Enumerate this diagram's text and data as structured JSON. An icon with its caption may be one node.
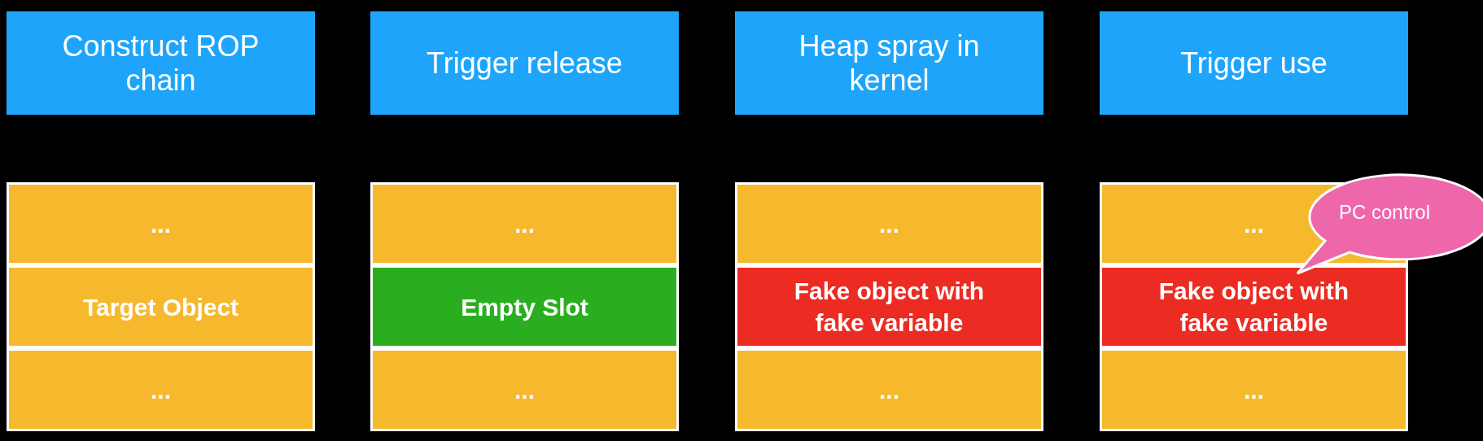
{
  "diagram": {
    "nodes": [
      {
        "text": [
          "Construct ROP chain"
        ]
      },
      {
        "text": [
          "Trigger release"
        ]
      },
      {
        "text": [
          "Heap spray in kernel"
        ]
      },
      {
        "text": [
          "Trigger use"
        ]
      },
      {
        "text": [
          "..."
        ]
      },
      {
        "text": [
          "Target Object"
        ]
      },
      {
        "text": [
          "..."
        ]
      },
      {
        "text": [
          "..."
        ]
      },
      {
        "text": [
          "Empty Slot"
        ]
      },
      {
        "text": [
          "..."
        ]
      },
      {
        "text": [
          "..."
        ]
      },
      {
        "text": [
          "Fake object with fake variable"
        ]
      },
      {
        "text": [
          "..."
        ]
      },
      {
        "text": [
          "..."
        ]
      },
      {
        "text": [
          "Fake object with fake variable"
        ]
      },
      {
        "text": [
          "..."
        ]
      },
      {
        "text": [
          "PC control"
        ]
      }
    ]
  }
}
